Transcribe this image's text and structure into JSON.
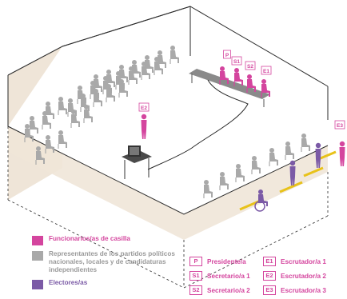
{
  "colors": {
    "officials": "#d4459e",
    "representatives": "#a9a9a9",
    "voters": "#7b5aa6",
    "floor": "#efe5d8",
    "wall_line": "#2a2a2a",
    "tape": "#e8c21a"
  },
  "legend": [
    {
      "label": "Funcionarios/as de casilla",
      "color": "#d4459e",
      "text_color": "#d4459e"
    },
    {
      "label": "Representantes de los partidos políticos nacionales, locales y de candidaturas independientes",
      "color": "#a9a9a9",
      "text_color": "#9a9a9a"
    },
    {
      "label": "Electores/as",
      "color": "#7b5aa6",
      "text_color": "#7b5aa6"
    }
  ],
  "roles": [
    {
      "code": "P",
      "name": "Presidente/a"
    },
    {
      "code": "E1",
      "name": "Escrutador/a 1"
    },
    {
      "code": "S1",
      "name": "Secretario/a 1"
    },
    {
      "code": "E2",
      "name": "Escrutador/a 2"
    },
    {
      "code": "S2",
      "name": "Secretario/a 2"
    },
    {
      "code": "E3",
      "name": "Escrutador/a 3"
    }
  ],
  "scene_tags": [
    "P",
    "S1",
    "S2",
    "E1",
    "E2",
    "E3"
  ]
}
